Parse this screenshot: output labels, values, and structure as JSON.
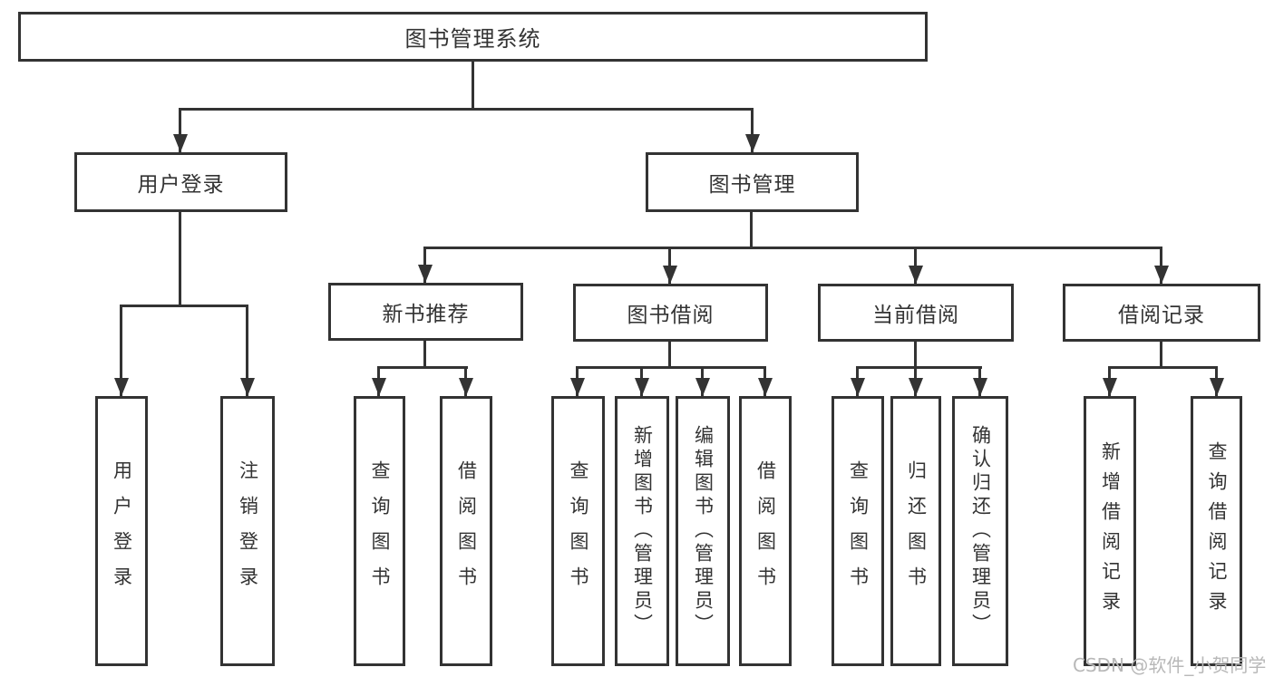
{
  "diagram": {
    "root": {
      "label": "图书管理系统"
    },
    "level2": {
      "user_login": {
        "label": "用户登录"
      },
      "book_mgmt": {
        "label": "图书管理"
      }
    },
    "level3": {
      "new_book_rec": {
        "label": "新书推荐"
      },
      "book_borrow": {
        "label": "图书借阅"
      },
      "current_borrow": {
        "label": "当前借阅"
      },
      "borrow_records": {
        "label": "借阅记录"
      }
    },
    "leaves": {
      "user_login": {
        "label": "用户登录"
      },
      "logout": {
        "label": "注销登录"
      },
      "query_book_newrec": {
        "label": "查询图书"
      },
      "borrow_book_newrec": {
        "label": "借阅图书"
      },
      "query_book_borrow": {
        "label": "查询图书"
      },
      "add_book_admin": {
        "label": "新增图书（管理员）"
      },
      "edit_book_admin": {
        "label": "编辑图书（管理员）"
      },
      "borrow_book_borrow": {
        "label": "借阅图书"
      },
      "query_book_current": {
        "label": "查询图书"
      },
      "return_book": {
        "label": "归还图书"
      },
      "confirm_return_admin": {
        "label": "确认归还（管理员）"
      },
      "add_borrow_record": {
        "label": "新增借阅记录"
      },
      "query_borrow_record": {
        "label": "查询借阅记录"
      }
    }
  },
  "watermark": {
    "text": "CSDN @软件_小贺同学"
  },
  "colors": {
    "line": "#333333",
    "box_border": "#333333",
    "text": "#333333",
    "watermark": "#b8b8b8",
    "background": "#ffffff"
  }
}
